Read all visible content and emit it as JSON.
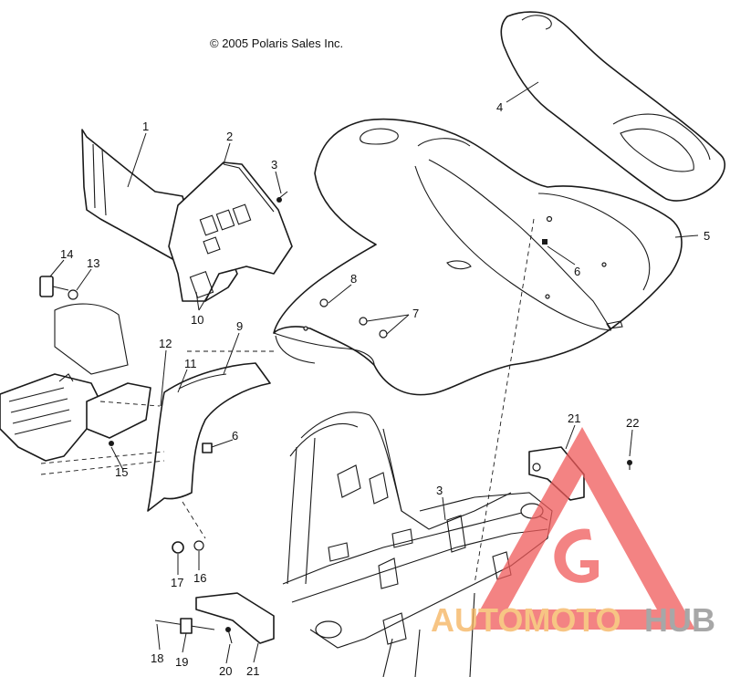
{
  "copyright": "© 2005 Polaris Sales Inc.",
  "callouts": [
    {
      "id": "c1",
      "label": "1"
    },
    {
      "id": "c2",
      "label": "2"
    },
    {
      "id": "c3a",
      "label": "3"
    },
    {
      "id": "c3b",
      "label": "3"
    },
    {
      "id": "c4",
      "label": "4"
    },
    {
      "id": "c5",
      "label": "5"
    },
    {
      "id": "c6a",
      "label": "6"
    },
    {
      "id": "c6b",
      "label": "6"
    },
    {
      "id": "c7",
      "label": "7"
    },
    {
      "id": "c8",
      "label": "8"
    },
    {
      "id": "c9",
      "label": "9"
    },
    {
      "id": "c10",
      "label": "10"
    },
    {
      "id": "c11",
      "label": "11"
    },
    {
      "id": "c12",
      "label": "12"
    },
    {
      "id": "c13",
      "label": "13"
    },
    {
      "id": "c14",
      "label": "14"
    },
    {
      "id": "c15",
      "label": "15"
    },
    {
      "id": "c16",
      "label": "16"
    },
    {
      "id": "c17",
      "label": "17"
    },
    {
      "id": "c18",
      "label": "18"
    },
    {
      "id": "c19",
      "label": "19"
    },
    {
      "id": "c20",
      "label": "20"
    },
    {
      "id": "c21a",
      "label": "21"
    },
    {
      "id": "c21b",
      "label": "21"
    },
    {
      "id": "c22",
      "label": "22"
    }
  ],
  "watermark": {
    "part1": "AUTOMOTO",
    "part2": "HUB",
    "color_orange": "#f5b25c",
    "color_red": "#ef5a5a",
    "color_gray": "#8a8a8a"
  }
}
